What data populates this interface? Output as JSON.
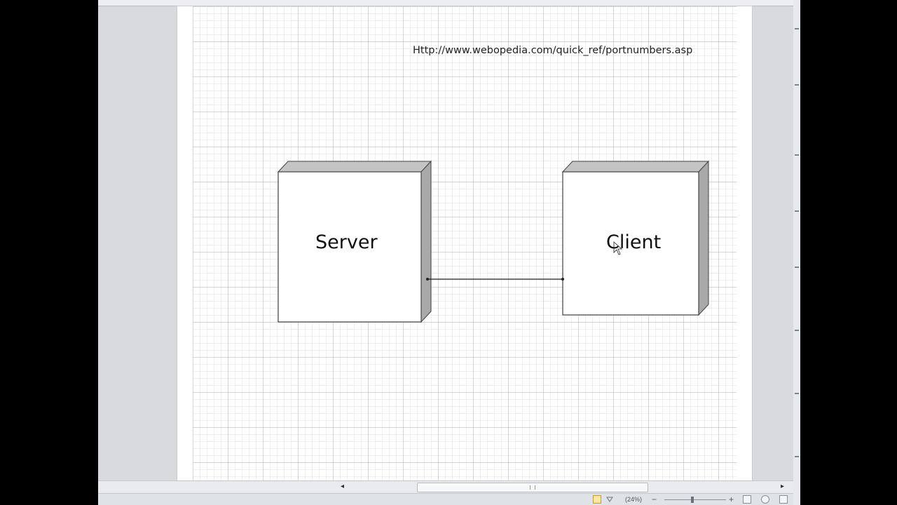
{
  "diagram": {
    "url_text": "Http://www.webopedia.com/quick_ref/portnumbers.asp",
    "server_label": "Server",
    "client_label": "Client"
  },
  "scrollbar": {
    "left_arrow": "◂",
    "right_arrow": "▸"
  },
  "statusbar": {
    "zoom_text": "(24%)",
    "zoom_out": "−",
    "zoom_in": "+"
  },
  "colors": {
    "page": "#ffffff",
    "workspace": "#d4d6da",
    "box_side": "#a9a9a9",
    "box_top": "#c4c4c4"
  }
}
